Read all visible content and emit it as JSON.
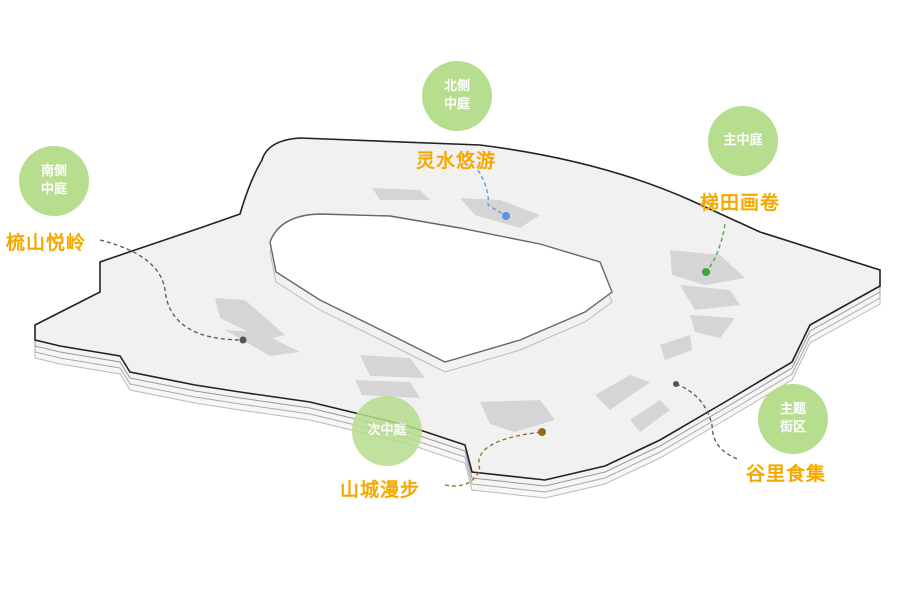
{
  "areas": [
    {
      "bubble_line1": "南侧",
      "bubble_line2": "中庭",
      "title": "梳山悦岭",
      "leader_color": "#555555"
    },
    {
      "bubble_line1": "北侧",
      "bubble_line2": "中庭",
      "title": "灵水悠游",
      "leader_color": "#5b93e0"
    },
    {
      "bubble_line1": "主中庭",
      "bubble_line2": "",
      "title": "梯田画卷",
      "leader_color": "#3aa83a"
    },
    {
      "bubble_line1": "次中庭",
      "bubble_line2": "",
      "title": "山城漫步",
      "leader_color": "#9a6a1c"
    },
    {
      "bubble_line1": "主题",
      "bubble_line2": "街区",
      "title": "谷里食集",
      "leader_color": "#555555"
    }
  ],
  "colors": {
    "bubble": "#b7dd8e",
    "title": "#f5a900",
    "floor": "#f2f2f2",
    "outline": "#222222"
  }
}
